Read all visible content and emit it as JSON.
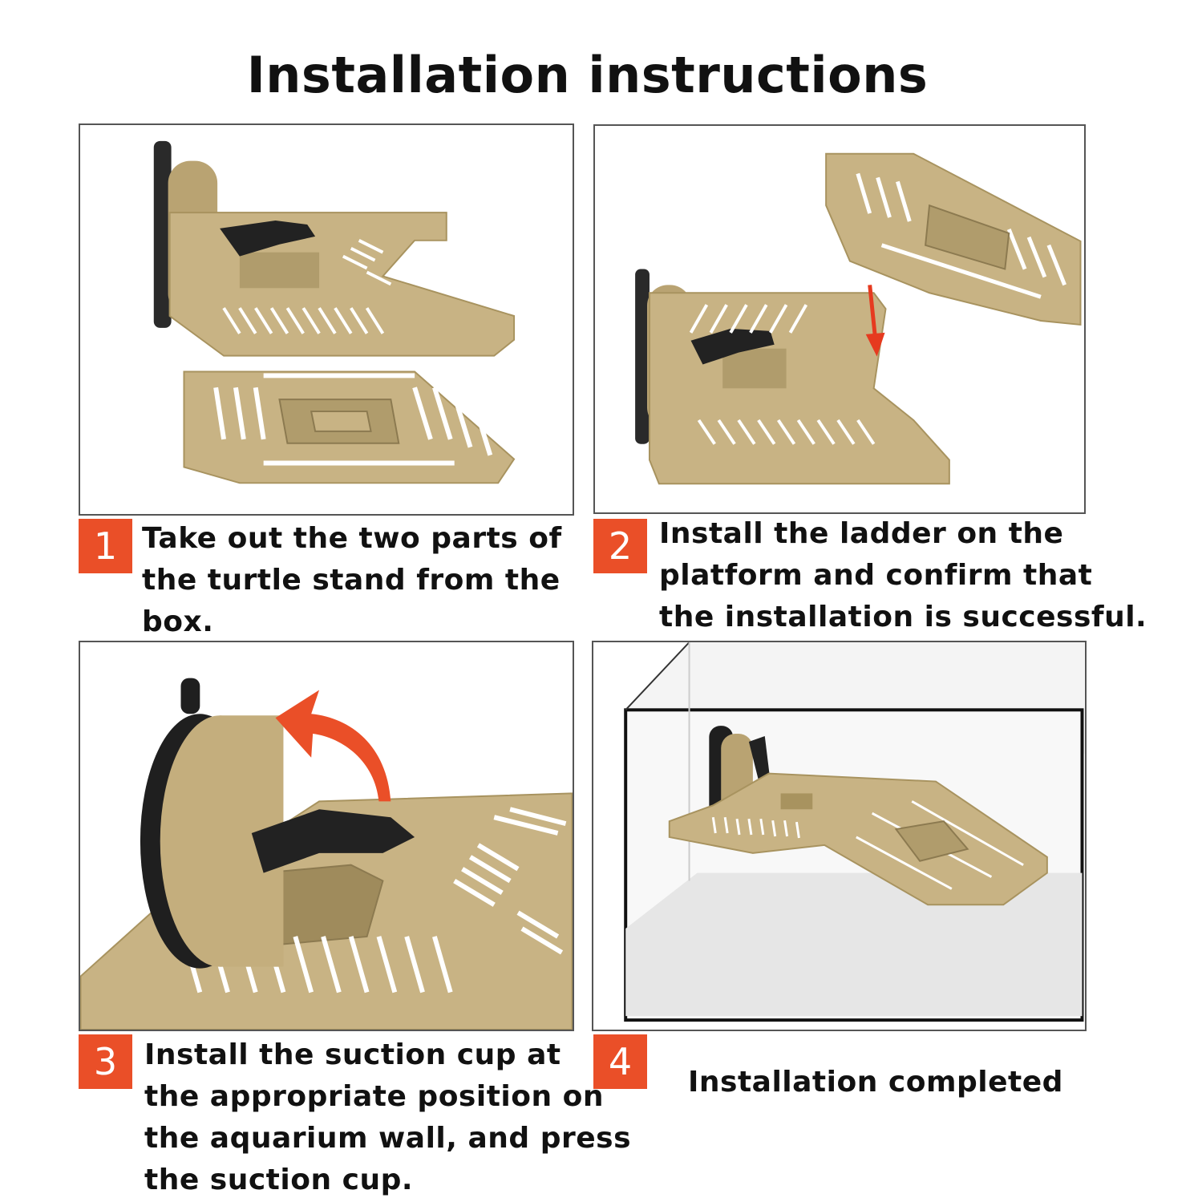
{
  "title": "Installation instructions",
  "steps": [
    {
      "number": "1",
      "text": "Take out the two parts of\nthe turtle stand from the\nbox."
    },
    {
      "number": "2",
      "text": "Install the ladder on the\nplatform and confirm that\nthe installation is successful."
    },
    {
      "number": "3",
      "text": "Install the suction cup at\nthe appropriate position on\nthe aquarium wall, and press\nthe suction cup."
    },
    {
      "number": "4",
      "text": "Installation completed"
    }
  ],
  "colors": {
    "badge": "#ea4f28",
    "platform": "#c8b384",
    "arrow_red": "#e63a1f",
    "arrow_orange": "#ea4f28",
    "suction_cup": "#1f1f1f"
  }
}
